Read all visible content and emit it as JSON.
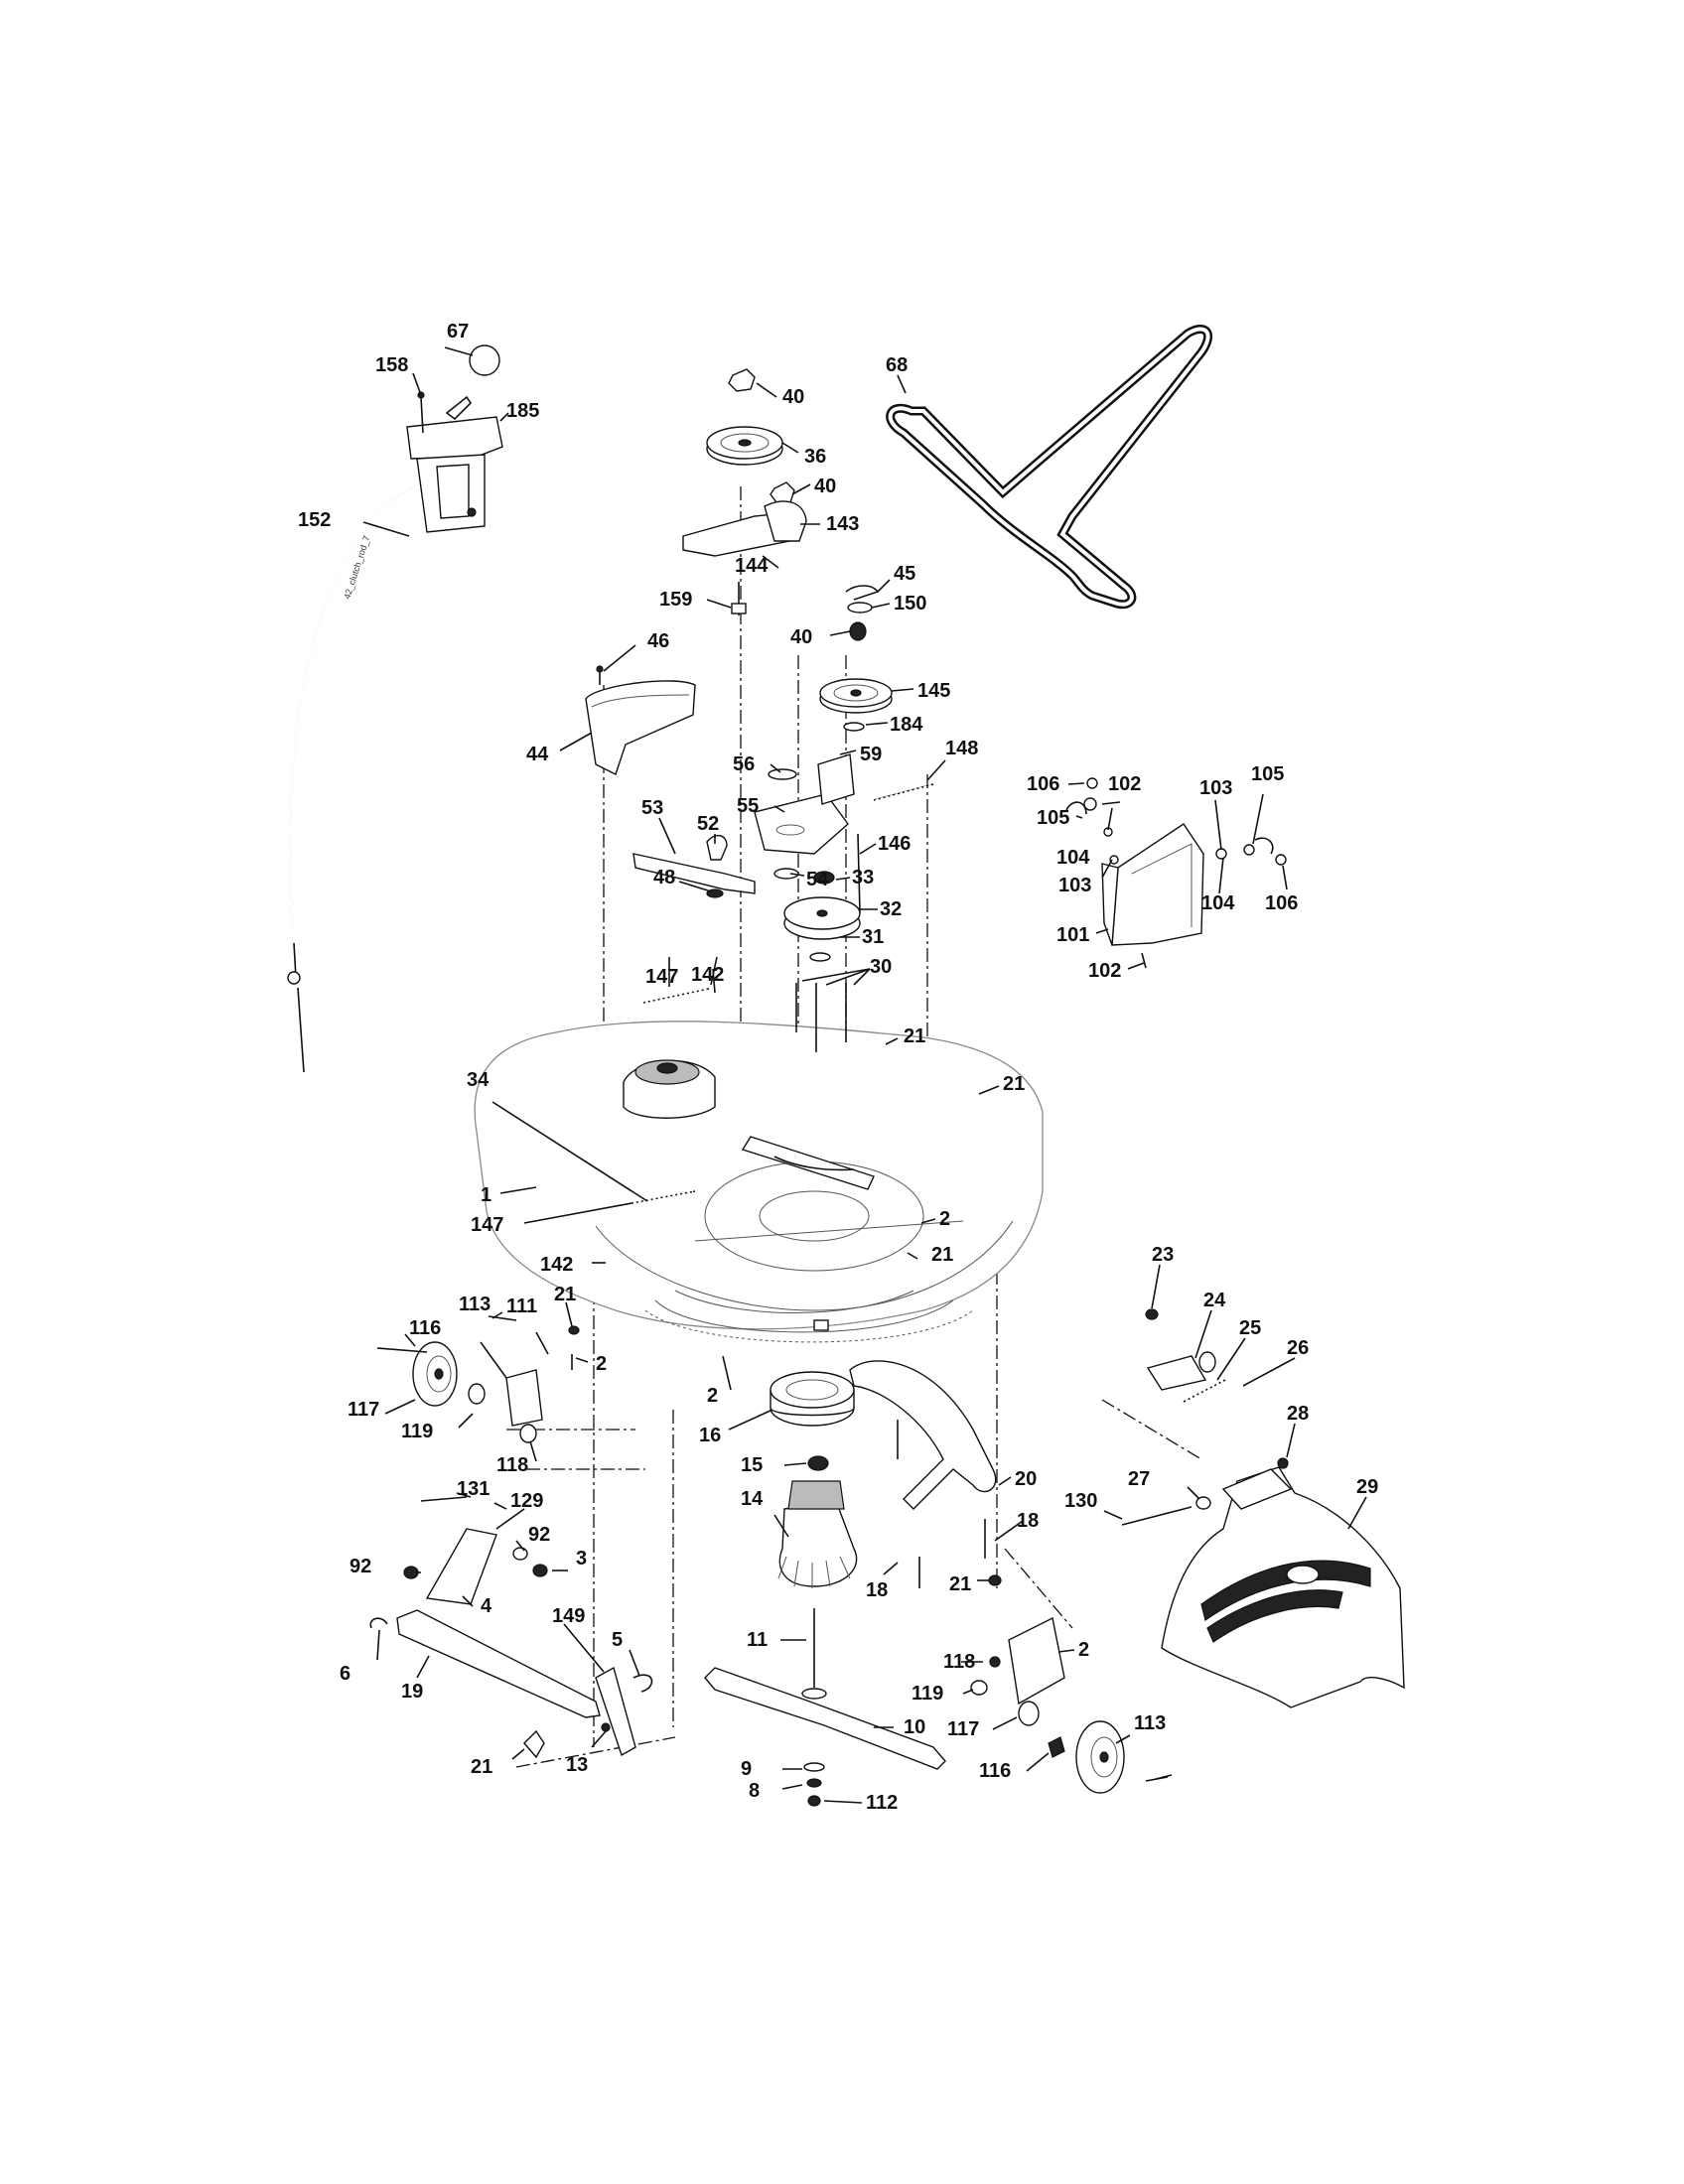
{
  "cable_tag": "42_clutch_rod_7",
  "parts": [
    {
      "id": "p67",
      "label": "67"
    },
    {
      "id": "p158",
      "label": "158"
    },
    {
      "id": "p185",
      "label": "185"
    },
    {
      "id": "p152",
      "label": "152"
    },
    {
      "id": "p40a",
      "label": "40"
    },
    {
      "id": "p36",
      "label": "36"
    },
    {
      "id": "p40b",
      "label": "40"
    },
    {
      "id": "p143",
      "label": "143"
    },
    {
      "id": "p144",
      "label": "144"
    },
    {
      "id": "p159",
      "label": "159"
    },
    {
      "id": "p68",
      "label": "68"
    },
    {
      "id": "p45",
      "label": "45"
    },
    {
      "id": "p150",
      "label": "150"
    },
    {
      "id": "p40c",
      "label": "40"
    },
    {
      "id": "p46",
      "label": "46"
    },
    {
      "id": "p44",
      "label": "44"
    },
    {
      "id": "p145",
      "label": "145"
    },
    {
      "id": "p184",
      "label": "184"
    },
    {
      "id": "p56",
      "label": "56"
    },
    {
      "id": "p59",
      "label": "59"
    },
    {
      "id": "p148",
      "label": "148"
    },
    {
      "id": "p55",
      "label": "55"
    },
    {
      "id": "p53",
      "label": "53"
    },
    {
      "id": "p52",
      "label": "52"
    },
    {
      "id": "p146",
      "label": "146"
    },
    {
      "id": "p48",
      "label": "48"
    },
    {
      "id": "p54",
      "label": "54"
    },
    {
      "id": "p33",
      "label": "33"
    },
    {
      "id": "p32",
      "label": "32"
    },
    {
      "id": "p31",
      "label": "31"
    },
    {
      "id": "p30",
      "label": "30"
    },
    {
      "id": "p147a",
      "label": "147"
    },
    {
      "id": "p142a",
      "label": "142"
    },
    {
      "id": "p106a",
      "label": "106"
    },
    {
      "id": "p102a",
      "label": "102"
    },
    {
      "id": "p103a",
      "label": "103"
    },
    {
      "id": "p105a",
      "label": "105"
    },
    {
      "id": "p105b",
      "label": "105"
    },
    {
      "id": "p104a",
      "label": "104"
    },
    {
      "id": "p103b",
      "label": "103"
    },
    {
      "id": "p104b",
      "label": "104"
    },
    {
      "id": "p106b",
      "label": "106"
    },
    {
      "id": "p101",
      "label": "101"
    },
    {
      "id": "p102b",
      "label": "102"
    },
    {
      "id": "p34",
      "label": "34"
    },
    {
      "id": "p21a",
      "label": "21"
    },
    {
      "id": "p21b",
      "label": "21"
    },
    {
      "id": "p1",
      "label": "1"
    },
    {
      "id": "p147b",
      "label": "147"
    },
    {
      "id": "p2a",
      "label": "2"
    },
    {
      "id": "p21c",
      "label": "21"
    },
    {
      "id": "p142b",
      "label": "142"
    },
    {
      "id": "p21d",
      "label": "21"
    },
    {
      "id": "p116a",
      "label": "116"
    },
    {
      "id": "p113a",
      "label": "113"
    },
    {
      "id": "p111",
      "label": "111"
    },
    {
      "id": "p2b",
      "label": "2"
    },
    {
      "id": "p117a",
      "label": "117"
    },
    {
      "id": "p119a",
      "label": "119"
    },
    {
      "id": "p118a",
      "label": "118"
    },
    {
      "id": "p2c",
      "label": "2"
    },
    {
      "id": "p16",
      "label": "16"
    },
    {
      "id": "p15",
      "label": "15"
    },
    {
      "id": "p14",
      "label": "14"
    },
    {
      "id": "p20",
      "label": "20"
    },
    {
      "id": "p18a",
      "label": "18"
    },
    {
      "id": "p18b",
      "label": "18"
    },
    {
      "id": "p21e",
      "label": "21"
    },
    {
      "id": "p23",
      "label": "23"
    },
    {
      "id": "p24",
      "label": "24"
    },
    {
      "id": "p25",
      "label": "25"
    },
    {
      "id": "p26",
      "label": "26"
    },
    {
      "id": "p28",
      "label": "28"
    },
    {
      "id": "p27",
      "label": "27"
    },
    {
      "id": "p29",
      "label": "29"
    },
    {
      "id": "p130",
      "label": "130"
    },
    {
      "id": "p131",
      "label": "131"
    },
    {
      "id": "p129",
      "label": "129"
    },
    {
      "id": "p92a",
      "label": "92"
    },
    {
      "id": "p92b",
      "label": "92"
    },
    {
      "id": "p3",
      "label": "3"
    },
    {
      "id": "p4",
      "label": "4"
    },
    {
      "id": "p149",
      "label": "149"
    },
    {
      "id": "p5",
      "label": "5"
    },
    {
      "id": "p6",
      "label": "6"
    },
    {
      "id": "p19",
      "label": "19"
    },
    {
      "id": "p21f",
      "label": "21"
    },
    {
      "id": "p13",
      "label": "13"
    },
    {
      "id": "p11",
      "label": "11"
    },
    {
      "id": "p10",
      "label": "10"
    },
    {
      "id": "p9",
      "label": "9"
    },
    {
      "id": "p8",
      "label": "8"
    },
    {
      "id": "p112",
      "label": "112"
    },
    {
      "id": "p2d",
      "label": "2"
    },
    {
      "id": "p118b",
      "label": "118"
    },
    {
      "id": "p119b",
      "label": "119"
    },
    {
      "id": "p117b",
      "label": "117"
    },
    {
      "id": "p113b",
      "label": "113"
    },
    {
      "id": "p116b",
      "label": "116"
    }
  ]
}
